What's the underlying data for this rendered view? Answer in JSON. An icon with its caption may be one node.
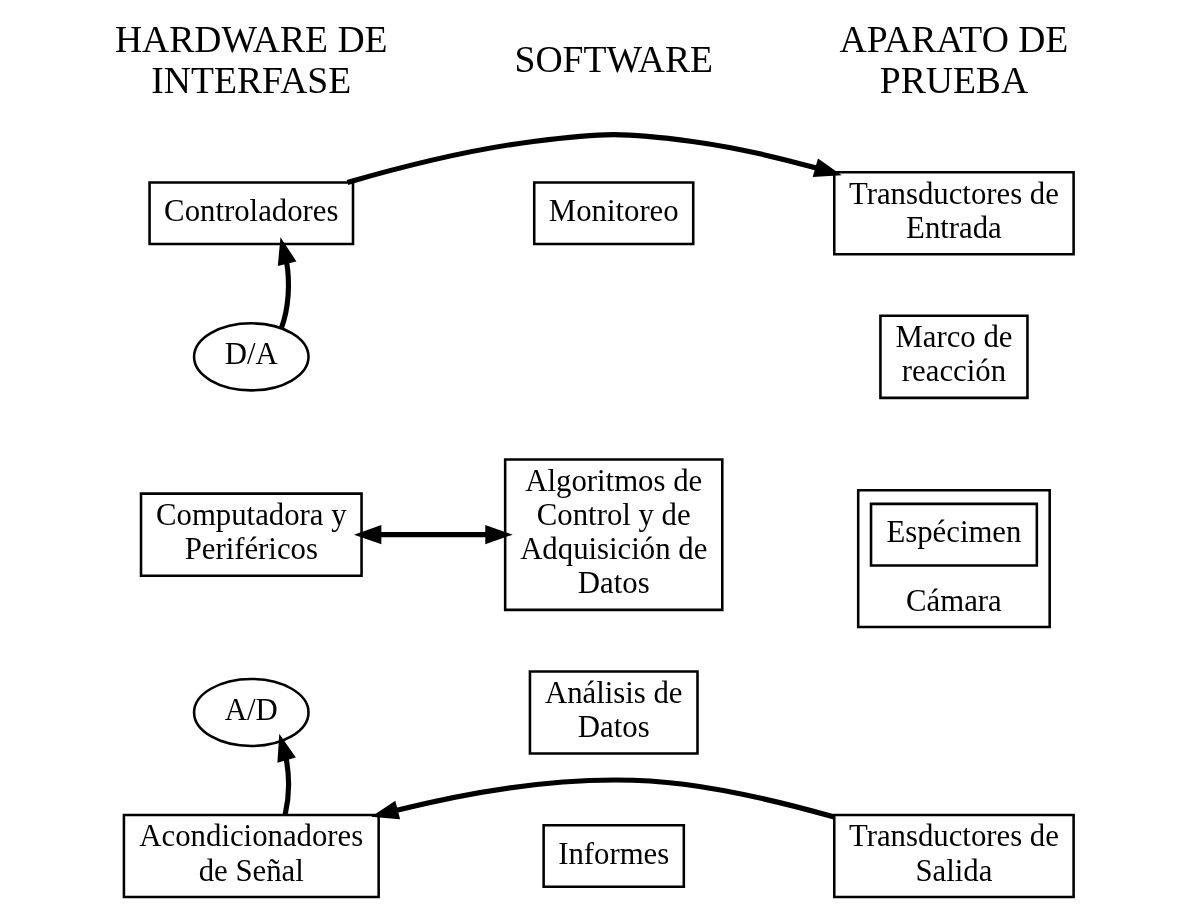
{
  "diagram": {
    "nodes": [
      {
        "text": [
          "Transductores de Entrada"
        ]
      },
      {
        "text": [
          "Controladores"
        ]
      },
      {
        "text": [
          "Monitoreo"
        ]
      },
      {
        "text": [
          "Marco de reacción"
        ]
      },
      {
        "text": [
          "D/A"
        ]
      },
      {
        "text": [
          "Computadora y Periféricos"
        ]
      },
      {
        "text": [
          "Algoritmos de Control y de Adquisición de Datos"
        ]
      },
      {
        "text": [
          "Cámara"
        ]
      },
      {
        "text": [
          "Espécimen"
        ],
        "in": 7
      },
      {
        "text": [
          "A/D"
        ]
      },
      {
        "text": [
          "Análisis de Datos"
        ]
      },
      {
        "text": [
          "Transductores de Salida"
        ]
      },
      {
        "text": [
          "Acondicionadores de Señal"
        ]
      },
      {
        "text": [
          "Informes"
        ]
      }
    ],
    "edges": [
      {
        "from": 1,
        "to": 0,
        "arrow": "to"
      },
      {
        "from": 4,
        "to": 1,
        "arrow": "to"
      },
      {
        "from": 5,
        "to": 6,
        "arrow": "both"
      },
      {
        "from": 12,
        "to": 9,
        "arrow": "to"
      },
      {
        "from": 11,
        "to": 12,
        "arrow": "to"
      }
    ],
    "labels": [
      "APARATO DE PRUEBA",
      "HARDWARE DE INTERFASE",
      "SOFTWARE"
    ]
  }
}
